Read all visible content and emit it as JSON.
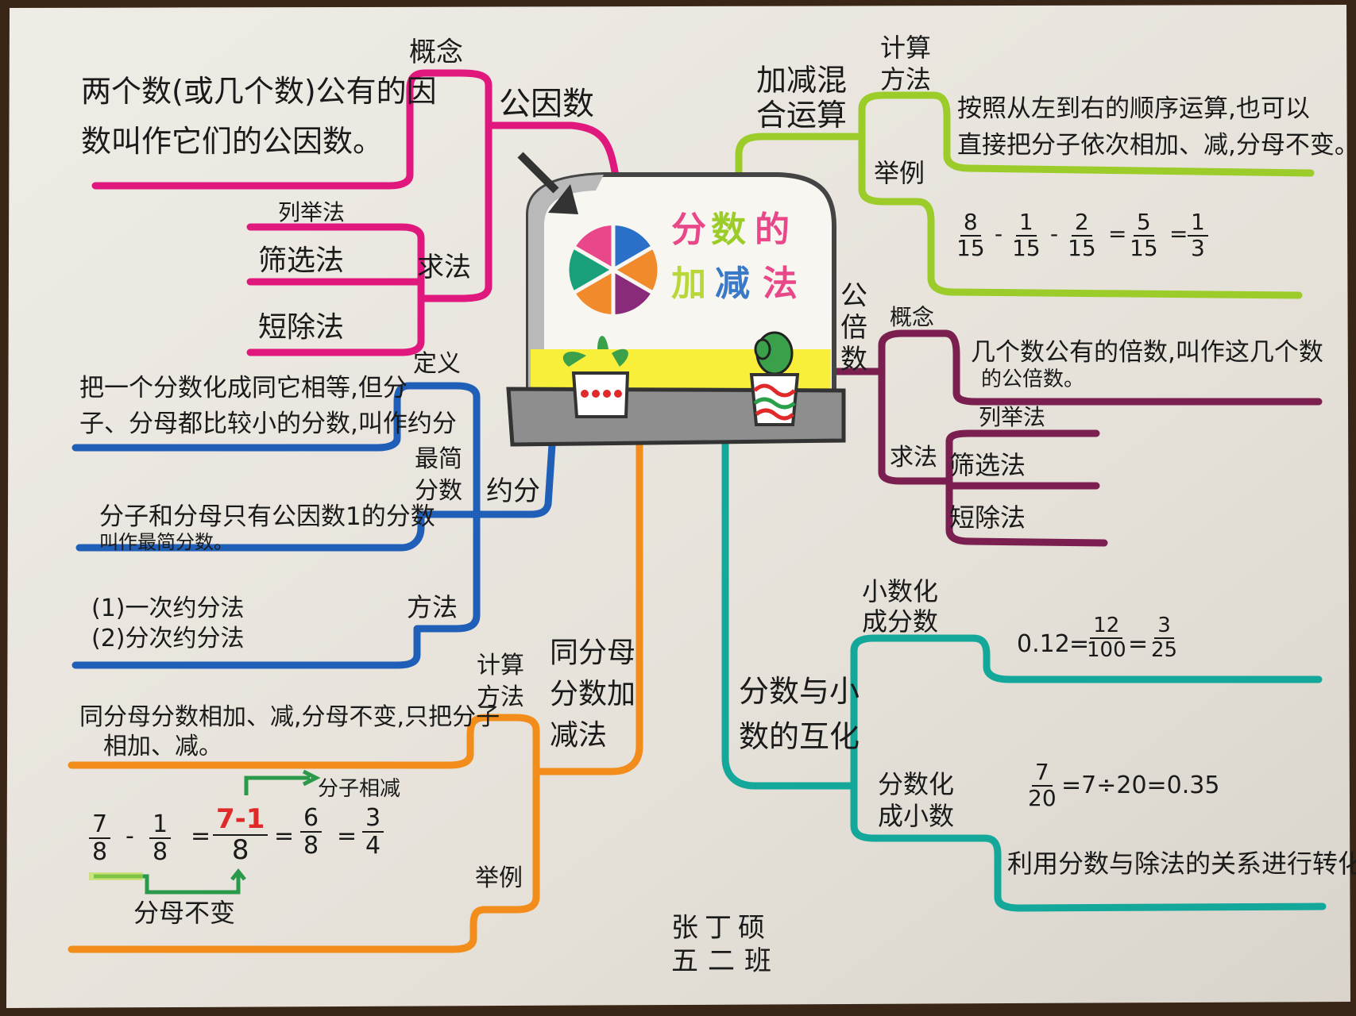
{
  "title": {
    "line1": [
      "分",
      "数",
      "的"
    ],
    "line2": [
      "加",
      "减",
      "法"
    ]
  },
  "colors": {
    "magenta": "#e0187e",
    "blue": "#1f5fb8",
    "orange": "#f28c1a",
    "green": "#9ccc2a",
    "purple": "#7a1f4f",
    "teal": "#14a89a",
    "titleA": "#e8488a",
    "titleB": "#3a78c8",
    "titleC": "#b8d83a"
  },
  "gcf": {
    "label": "公因数",
    "concept_label": "概念",
    "concept_text": [
      "两个数(或几个数)公有的因",
      "数叫作它们的公因数。"
    ],
    "methods_label": "求法",
    "methods": [
      "列举法",
      "筛选法",
      "短除法"
    ]
  },
  "reduce": {
    "label": "约分",
    "definition_label": "定义",
    "definition_text": [
      "把一个分数化成同它相等,但分",
      "子、分母都比较小的分数,叫作约分"
    ],
    "simplest_label": [
      "最简",
      "分数"
    ],
    "simplest_text": [
      "分子和分母只有公因数1的分数",
      "叫作最简分数。"
    ],
    "method_label": "方法",
    "methods": [
      "(1)一次约分法",
      "(2)分次约分法"
    ]
  },
  "same_denom": {
    "label": [
      "同分母",
      "分数加",
      "减法"
    ],
    "calc_label": [
      "计算",
      "方法"
    ],
    "calc_text": [
      "同分母分数相加、减,分母不变,只把分子",
      "相加、减。"
    ],
    "example_label": "举例",
    "annotation_top": "分子相减",
    "annotation_bottom": "分母不变",
    "example": {
      "a": [
        "7",
        "8"
      ],
      "b": [
        "1",
        "8"
      ],
      "c": [
        "7-1",
        "8"
      ],
      "d": [
        "6",
        "8"
      ],
      "e": [
        "3",
        "4"
      ],
      "minus": "-",
      "eq": "="
    }
  },
  "mixed": {
    "label": [
      "加减混",
      "合运算"
    ],
    "calc_label": [
      "计算",
      "方法"
    ],
    "calc_text": [
      "按照从左到右的顺序运算,也可以",
      "直接把分子依次相加、减,分母不变。"
    ],
    "example_label": "举例",
    "example": {
      "a": [
        "8",
        "15"
      ],
      "b": [
        "1",
        "15"
      ],
      "c": [
        "2",
        "15"
      ],
      "d": [
        "5",
        "15"
      ],
      "e": [
        "1",
        "3"
      ],
      "minus": "-",
      "eq": "="
    }
  },
  "lcm": {
    "label": [
      "公",
      "倍",
      "数"
    ],
    "concept_label": "概念",
    "concept_text": [
      "几个数公有的倍数,叫作这几个数",
      "的公倍数。"
    ],
    "methods_label": "求法",
    "methods": [
      "列举法",
      "筛选法",
      "短除法"
    ]
  },
  "convert": {
    "label": [
      "分数与小",
      "数的互化"
    ],
    "dec_to_frac_label": [
      "小数化",
      "成分数"
    ],
    "dec_example": {
      "a": "0.12",
      "b": [
        "12",
        "100"
      ],
      "c": [
        "3",
        "25"
      ],
      "eq": "="
    },
    "frac_to_dec_label": [
      "分数化",
      "成小数"
    ],
    "frac_example": {
      "a": [
        "7",
        "20"
      ],
      "rest": "=7÷20=0.35"
    },
    "frac_to_dec_text": "利用分数与除法的关系进行转化。"
  },
  "author": {
    "name": "张丁硕",
    "class": "五二班"
  }
}
